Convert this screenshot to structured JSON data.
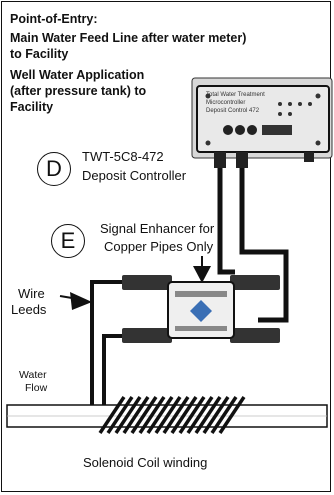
{
  "heading": {
    "title": "Point-of-Entry:",
    "line1": "Main Water Feed Line after water meter)",
    "line2": "to Facility",
    "well1": "Well Water Application",
    "well2": "(after pressure tank) to",
    "well3": "Facility"
  },
  "controller": {
    "letter": "D",
    "model": "TWT-5C8-472",
    "name": "Deposit Controller",
    "device_title": "Total Water Treatment",
    "device_subtitle": "Microcontroller",
    "device_model": "Deposit Control 472"
  },
  "enhancer": {
    "letter": "E",
    "line1": "Signal Enhancer for",
    "line2": "Copper Pipes Only"
  },
  "labels": {
    "wire1": "Wire",
    "wire2": "Leeds",
    "water1": "Water",
    "water2": "Flow",
    "coil": "Solenoid Coil winding"
  },
  "colors": {
    "line": "#111111",
    "device_fill": "#e9e9e9",
    "diamond": "#3a6fb5"
  }
}
